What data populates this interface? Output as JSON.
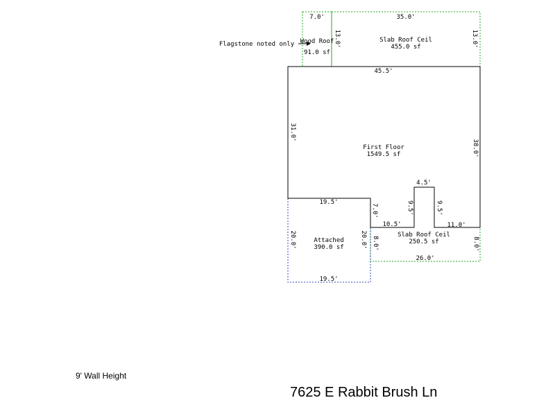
{
  "colors": {
    "first_floor_outline": "#000000",
    "roof_outline": "#22aa22",
    "attached_outline": "#3344bb"
  },
  "footer": {
    "wall_height": "9' Wall Height",
    "address": "7625 E Rabbit Brush Ln"
  },
  "areas": {
    "wood_roof": {
      "name": "Wood Roof",
      "area": "91.0 sf"
    },
    "slab_roof_top": {
      "name": "Slab Roof Ceil",
      "area": "455.0 sf"
    },
    "first_floor": {
      "name": "First Floor",
      "area": "1549.5 sf"
    },
    "attached": {
      "name": "Attached",
      "area": "390.0 sf"
    },
    "slab_roof_bottom": {
      "name": "Slab Roof Ceil",
      "area": "250.5 sf"
    }
  },
  "note": {
    "text": "Flagstone noted only"
  },
  "dimensions": {
    "wood_top": "7.0'",
    "wood_right": "13.0'",
    "slab_top": "35.0'",
    "slab_right": "13.0'",
    "ff_top": "45.5'",
    "ff_left": "31.0'",
    "ff_right": "38.0'",
    "notch_top": "4.5'",
    "notch_left": "9.5'",
    "notch_right": "9.5'",
    "bottom_left_seg": "10.5'",
    "bottom_right_seg": "11.0'",
    "ff_step": "7.0'",
    "att_top": "19.5'",
    "att_bottom": "19.5'",
    "att_left": "20.0'",
    "att_right": "20.0'",
    "slab2_left": "8.0'",
    "slab2_right": "8.0'",
    "slab2_bottom": "26.0'"
  }
}
